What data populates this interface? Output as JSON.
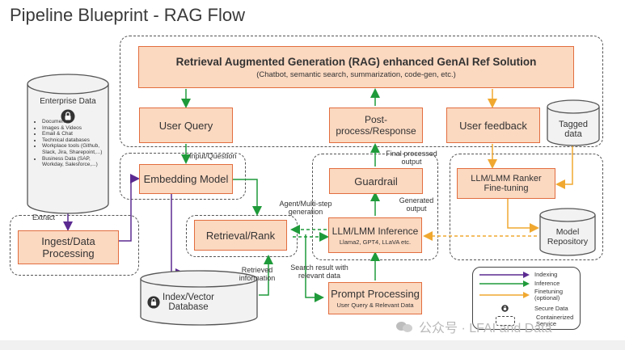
{
  "title": "Pipeline Blueprint - RAG Flow",
  "rag_box": {
    "title": "Retrieval Augmented Generation (RAG) enhanced GenAI Ref Solution",
    "subtitle": "(Chatbot, semantic search, summarization, code-gen, etc.)"
  },
  "enterprise": {
    "title": "Enterprise Data",
    "items": [
      "Documents",
      "Images & Videos",
      "Email & Chat",
      "Technical databases",
      "Workplace tools (Github, Slack, Jira, Sharepoint,...)",
      "Business Data (SAP, Workday, Salesforce,...)"
    ]
  },
  "boxes": {
    "user_query": "User Query",
    "post_process": "Post-process/Response",
    "user_feedback": "User feedback",
    "embedding": "Embedding Model",
    "guardrail": "Guardrail",
    "ranker": "LLM/LMM Ranker Fine-tuning",
    "ingest": "Ingest/Data Processing",
    "retrieval": "Retrieval/Rank",
    "inference": "LLM/LMM Inference",
    "inference_sub": "Llama2, GPT4, LLaVA etc.",
    "prompt": "Prompt Processing",
    "prompt_sub": "User Query & Relevant Data"
  },
  "cylinders": {
    "tagged": "Tagged data",
    "model_repo": "Model Repository",
    "index": "Index/Vector Database"
  },
  "labels": {
    "input_question": "Input/Question",
    "final_output": "Final processed output",
    "extract": "Extract",
    "generated_output": "Generated output",
    "agent": "Agent/Multi-step generation",
    "retrieved": "Retrieved information",
    "search_result": "Search result with relevant data"
  },
  "legend": [
    {
      "label": "Indexing",
      "color": "#5b2a91",
      "style": "solid"
    },
    {
      "label": "Inference",
      "color": "#1f9a3a",
      "style": "solid"
    },
    {
      "label": "Finetuning (optional)",
      "color": "#f0a830",
      "style": "solid"
    },
    {
      "label": "Secure Data",
      "icon": "lock-icon"
    },
    {
      "label": "Containerized Service",
      "style": "dashed"
    }
  ],
  "watermark": "公众号 · LFAI and Data",
  "colors": {
    "box_fill": "#fbd8c0",
    "box_border": "#e26d3f",
    "indexing": "#5b2a91",
    "inference": "#1f9a3a",
    "finetuning": "#f0a830"
  }
}
